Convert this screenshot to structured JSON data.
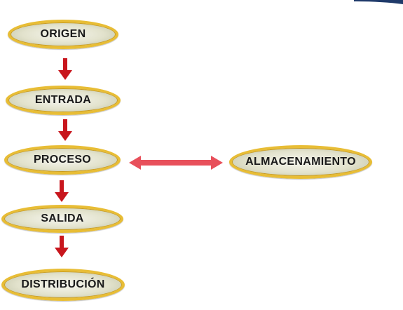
{
  "nodes": {
    "origen": "ORIGEN",
    "entrada": "ENTRADA",
    "proceso": "PROCESO",
    "salida": "SALIDA",
    "distribucion": "DISTRIBUCIÓN",
    "almacenamiento": "ALMACENAMIENTO"
  },
  "colors": {
    "node_border": "#e8bd35",
    "node_fill": "#e2e2cc",
    "flow_arrow": "#c8161d",
    "link_arrow": "#e8505b"
  }
}
